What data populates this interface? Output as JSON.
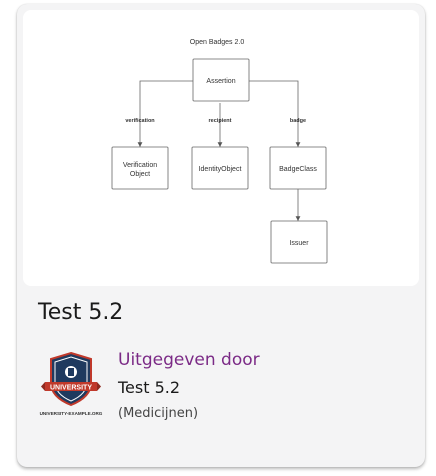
{
  "badge_card": {
    "diagram": {
      "title": "Open Badges 2.0",
      "nodes": {
        "assertion": "Assertion",
        "verification_object": [
          "Verification",
          "Object"
        ],
        "identity_object": "IdentityObject",
        "badge_class": "BadgeClass",
        "issuer": "Issuer"
      },
      "edge_labels": {
        "verification": "verification",
        "recipient": "recipient",
        "badge": "badge"
      }
    },
    "title": "Test 5.2",
    "issued_by_label": "Uitgegeven door",
    "issuer_name": "Test 5.2",
    "issuer_faculty": "(Medicijnen)",
    "logo": {
      "banner_text": "UNIVERSITY",
      "caption": "UNIVERSITY-EXAMPLE.ORG",
      "colors": {
        "navy": "#1f3a5f",
        "red": "#c0392b"
      }
    }
  }
}
